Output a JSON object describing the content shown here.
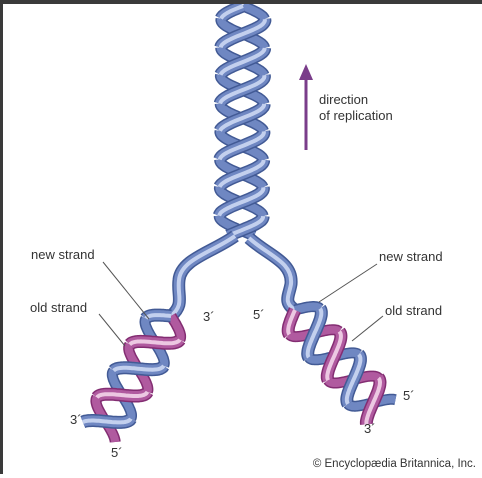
{
  "labels": {
    "direction": [
      "direction",
      "of replication"
    ],
    "left_new_strand": "new strand",
    "left_old_strand": "old strand",
    "right_new_strand": "new strand",
    "right_old_strand": "old strand",
    "left_three_prime_top": "3´",
    "left_three_prime_bottom": "3´",
    "left_five_prime_bottom": "5´",
    "right_five_prime_top": "5´",
    "right_five_prime_bottom": "5´",
    "right_three_prime_bottom": "3´"
  },
  "copyright": "© Encyclopædia Britannica, Inc.",
  "colors": {
    "old_strand": "#6f87c2",
    "old_strand_highlight": "#c3d0ee",
    "new_strand": "#b05a9f",
    "new_strand_highlight": "#ecc8e2",
    "arrow": "#7a3d8a",
    "leader_line": "#555555"
  }
}
